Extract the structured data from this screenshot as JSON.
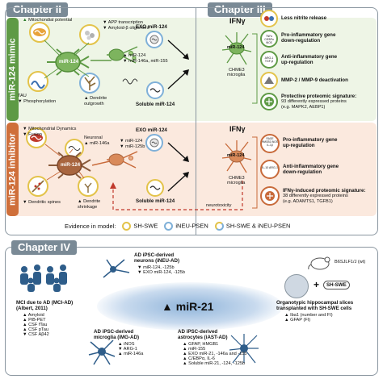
{
  "chapters": {
    "c2": "Chapter II",
    "c3": "Chapter III",
    "c4": "Chapter IV"
  },
  "sidebars": {
    "mimic": "miR-124 mimic",
    "inhibitor": "miR-124 inhibitor"
  },
  "mimic": {
    "mito": "Mitochondial potential",
    "app": "APP transcription",
    "abeta": "Amyloid-β oligomers",
    "center": "miR-124",
    "tau1": "TAU",
    "tau2": "Phosphorylation",
    "dendrite1": "Dendrite",
    "dendrite2": "outgrowth",
    "exo": "EXO miR-124",
    "exolist": [
      "miR-124",
      "miR-146a, miR-155"
    ],
    "soluble": "Soluble miR-124",
    "ifn": "IFNγ",
    "micro_label": "miR-124",
    "chme": [
      "CHME3",
      "microglia"
    ]
  },
  "inhibitor": {
    "mito1": "Mitochondrial Dynamics",
    "mito2": "Fusion",
    "neuronal": [
      "Neuronal",
      "miR-146a"
    ],
    "center": "miR-124",
    "spines": "Dendritic spines",
    "shrink": [
      "Dendrite",
      "shrinkage"
    ],
    "exo": "EXO miR-124",
    "exolist": [
      "miR-124",
      "miR-125b"
    ],
    "soluble": "Soluble miR-124",
    "ifn": "IFNγ",
    "micro_label": "miR-124",
    "chme": [
      "CHME3",
      "microglia"
    ],
    "neurotox": "neurotoxicity"
  },
  "chapter3_mimic": [
    {
      "icon": "",
      "title": "Less nitrite release",
      "sub": ""
    },
    {
      "icon": "TNFα CIEBPα iNOS",
      "title": "Pro-inflammatory gene",
      "sub": "down-regulation"
    },
    {
      "icon": "ARG-1 TGF-β",
      "title": "Anti-inflammatory gene",
      "sub": "up-regulation"
    },
    {
      "icon": "",
      "title": "MMP-2 / MMP-9 deactivation",
      "sub": ""
    },
    {
      "icon": "",
      "title": "Protective proteomic signature:",
      "sub": "93 differently expressed proteins",
      "sub2": "(e.g. MAPK2, AEBP1)"
    }
  ],
  "chapter3_inhibitor": [
    {
      "icon": "RAGE HMGB1 iNOS IL-1β",
      "title": "Pro-inflammatory gene",
      "sub": "up-regulation"
    },
    {
      "icon": "IL-10 ARG-1",
      "title": "Anti-inflammatory gene",
      "sub": "down-regulation"
    },
    {
      "icon": "",
      "title": "IFNγ-induced proteomic signature:",
      "sub": "38 differently expressed proteins",
      "sub2": "(e.g. ADAMTS1, TGFB1)"
    }
  ],
  "legend": {
    "label": "Evidence in model:",
    "items": [
      "SH-SWE",
      "iNEU-PSEN",
      "SH-SWE & iNEU-PSEN"
    ]
  },
  "chapter4": {
    "center": "miR-21",
    "mci_title": [
      "MCI due to AD (MCI-AD)",
      "(Albert, 2011)"
    ],
    "mci_list": [
      "Amyloid",
      "PiB-PET",
      "CSF fTau",
      "CSF pTau",
      "CSF Aβ42"
    ],
    "ineu_title": [
      "AD iPSC-derived",
      "neurons (iNEU-AD)"
    ],
    "ineu_list": [
      "miR-124, -125b",
      "EXO miR-124, -125b"
    ],
    "mouse": "B6SJLF1/J (wt)",
    "shswe": "SH-SWE",
    "slices": [
      "Organotypic hippocampal slices",
      "transplanted with SH-SWE cells"
    ],
    "slices_list": [
      "Iba1 (number and FI)",
      "GFAP (FI)"
    ],
    "img_title": [
      "AD iPSC-derived",
      "microglia (iMG-AD)"
    ],
    "img_list": [
      "iNOS",
      "ARG-1",
      "miR-146a"
    ],
    "iast_title": [
      "AD iPSC-derived",
      "astrocytes (iAST-AD)"
    ],
    "iast_list": [
      "GFAP, HMGB1",
      "miR-155",
      "EXO miR-21, -146a and -155",
      "C/EBPα, IL-6",
      "Soluble miR-21, -124, -125b"
    ]
  },
  "colors": {
    "chapter": "#7a8a96",
    "mimic": "#5e9a45",
    "inhibitor": "#cf6f3a",
    "mimic_bg": "#eef5e6",
    "inhibitor_bg": "#fbe9de",
    "ch4_bg": "#eaf0f7"
  }
}
